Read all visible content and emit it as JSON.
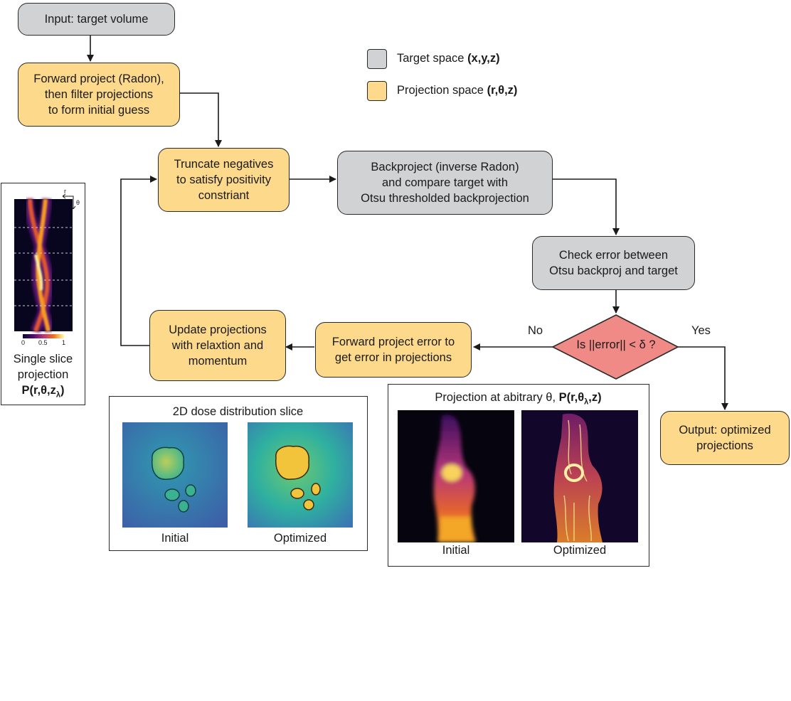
{
  "legend": {
    "target": {
      "text": "Target space ",
      "bold": "(x,y,z)",
      "color": "#d1d2d4"
    },
    "projection": {
      "text": "Projection space ",
      "bold": "(r,θ,z)",
      "color": "#fcd98b"
    }
  },
  "nodes": {
    "input": "Input: target volume",
    "forward_project": "Forward project (Radon),\nthen filter projections\nto form initial guess",
    "truncate": "Truncate negatives\nto satisfy positivity\nconstriant",
    "backproject": "Backproject (inverse Radon)\nand compare target with\nOtsu thresholded backprojection",
    "check_error": "Check error between\nOtsu backproj and target",
    "decision": "Is ||error|| < δ ?",
    "forward_error": "Forward project error to\nget error in projections",
    "update": "Update projections\nwith relaxtion and\nmomentum",
    "output": "Output: optimized\nprojections"
  },
  "branch_labels": {
    "no": "No",
    "yes": "Yes"
  },
  "sinogram_panel": {
    "axis_r": "r",
    "axis_theta": "θ",
    "colorbar_ticks": [
      "0",
      "0.5",
      "1"
    ],
    "caption": "Single slice\nprojection",
    "formula_text": "P(r,θ,z",
    "formula_sub": "λ",
    "formula_end": ")"
  },
  "dose_panel": {
    "title": "2D dose distribution slice",
    "left_caption": "Initial",
    "right_caption": "Optimized"
  },
  "projection_panel": {
    "title_text": "Projection at abitrary θ, ",
    "title_bold": "P(r,θ",
    "title_sub": "λ",
    "title_end": ",z)",
    "left_caption": "Initial",
    "right_caption": "Optimized"
  },
  "colors": {
    "projection_fill": "#fcd98b",
    "target_fill": "#d1d2d4",
    "decision_fill": "#f08a86",
    "stroke": "#2a2a2a"
  }
}
